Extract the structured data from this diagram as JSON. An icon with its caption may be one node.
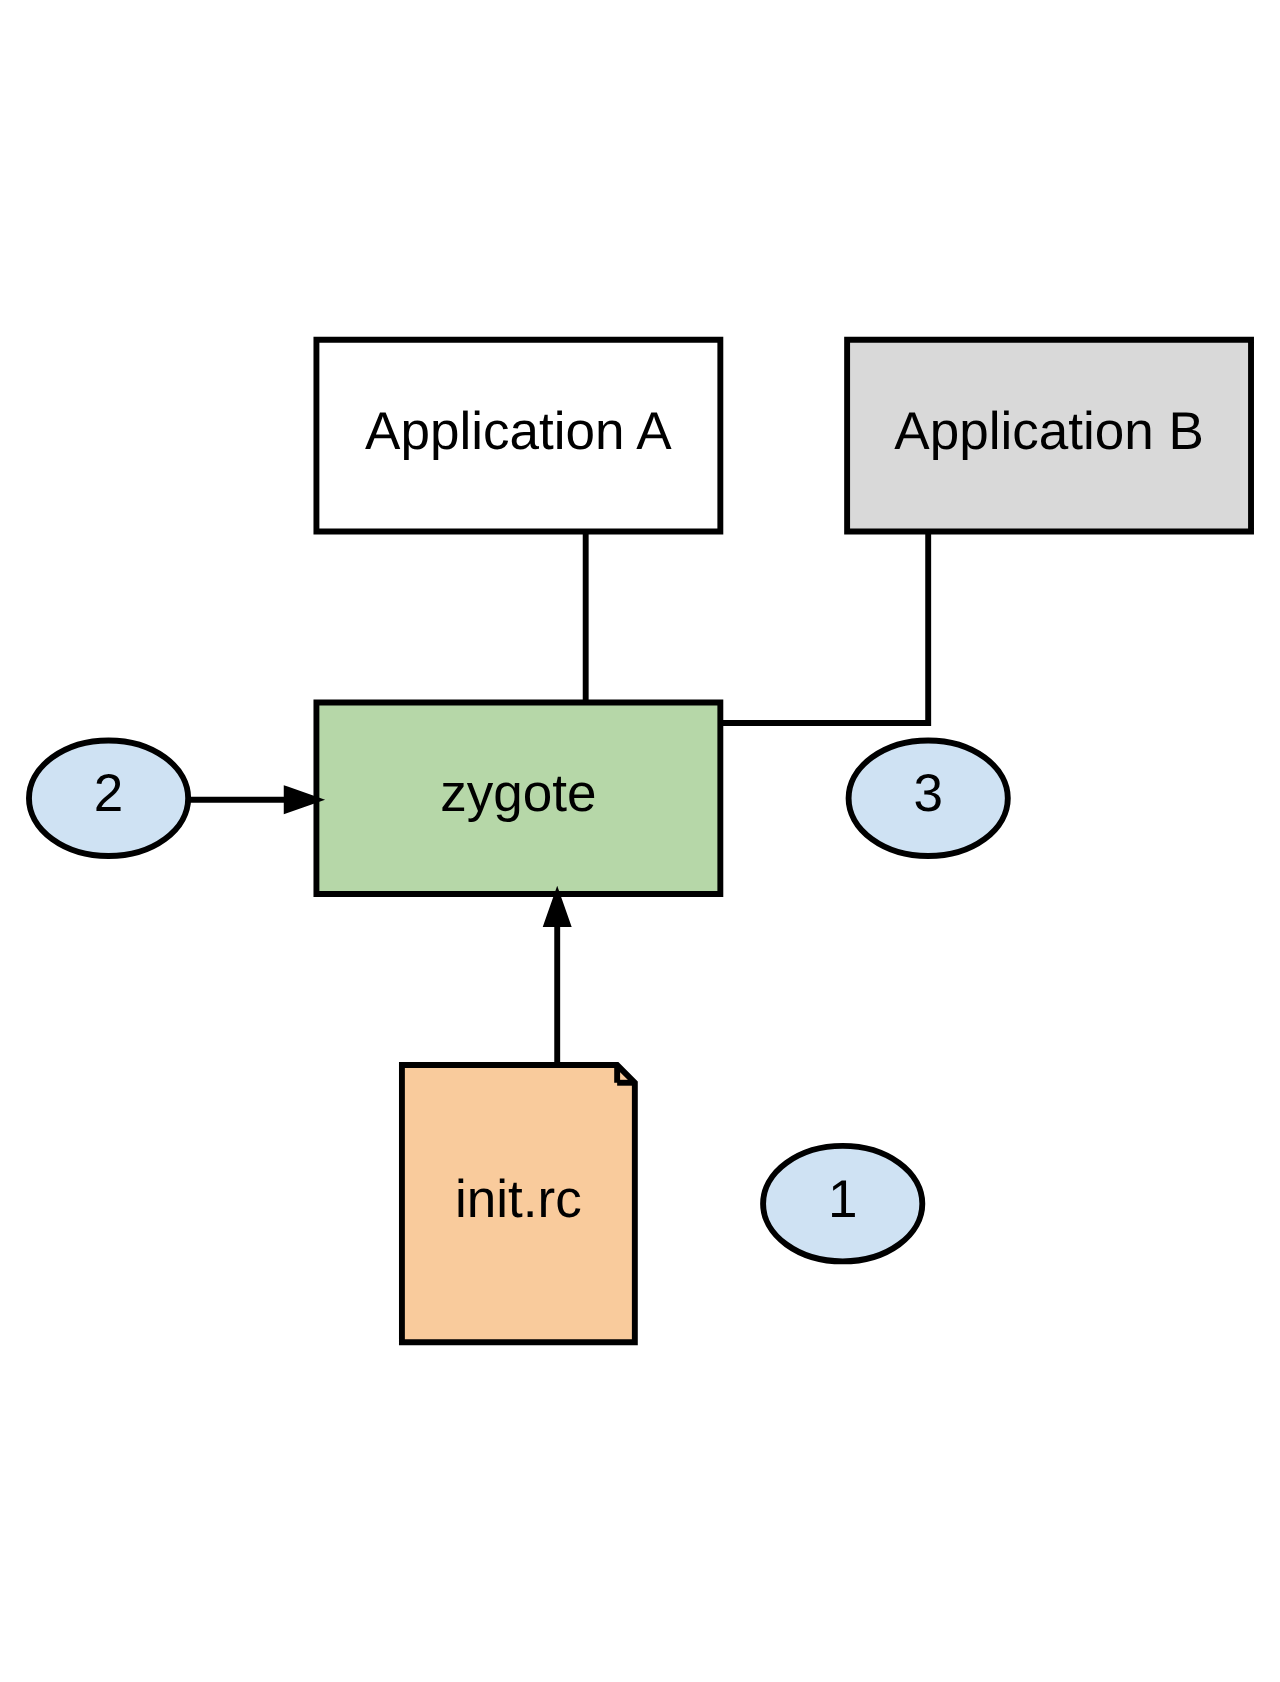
{
  "diagram": {
    "nodes": [
      {
        "text": [
          "Application A"
        ]
      },
      {
        "text": [
          "Application B"
        ]
      },
      {
        "text": [
          "zygote"
        ]
      },
      {
        "text": [
          "init.rc"
        ]
      },
      {
        "text": [
          "3"
        ]
      },
      {
        "text": [
          "2"
        ]
      },
      {
        "text": [
          "1"
        ]
      }
    ],
    "edges": [
      {
        "from": 0,
        "to": 2,
        "arrow": "none"
      },
      {
        "from": 1,
        "to": 2,
        "arrow": "none"
      },
      {
        "from": 5,
        "to": 2,
        "arrow": "to"
      },
      {
        "from": 3,
        "to": 2,
        "arrow": "to"
      }
    ]
  }
}
